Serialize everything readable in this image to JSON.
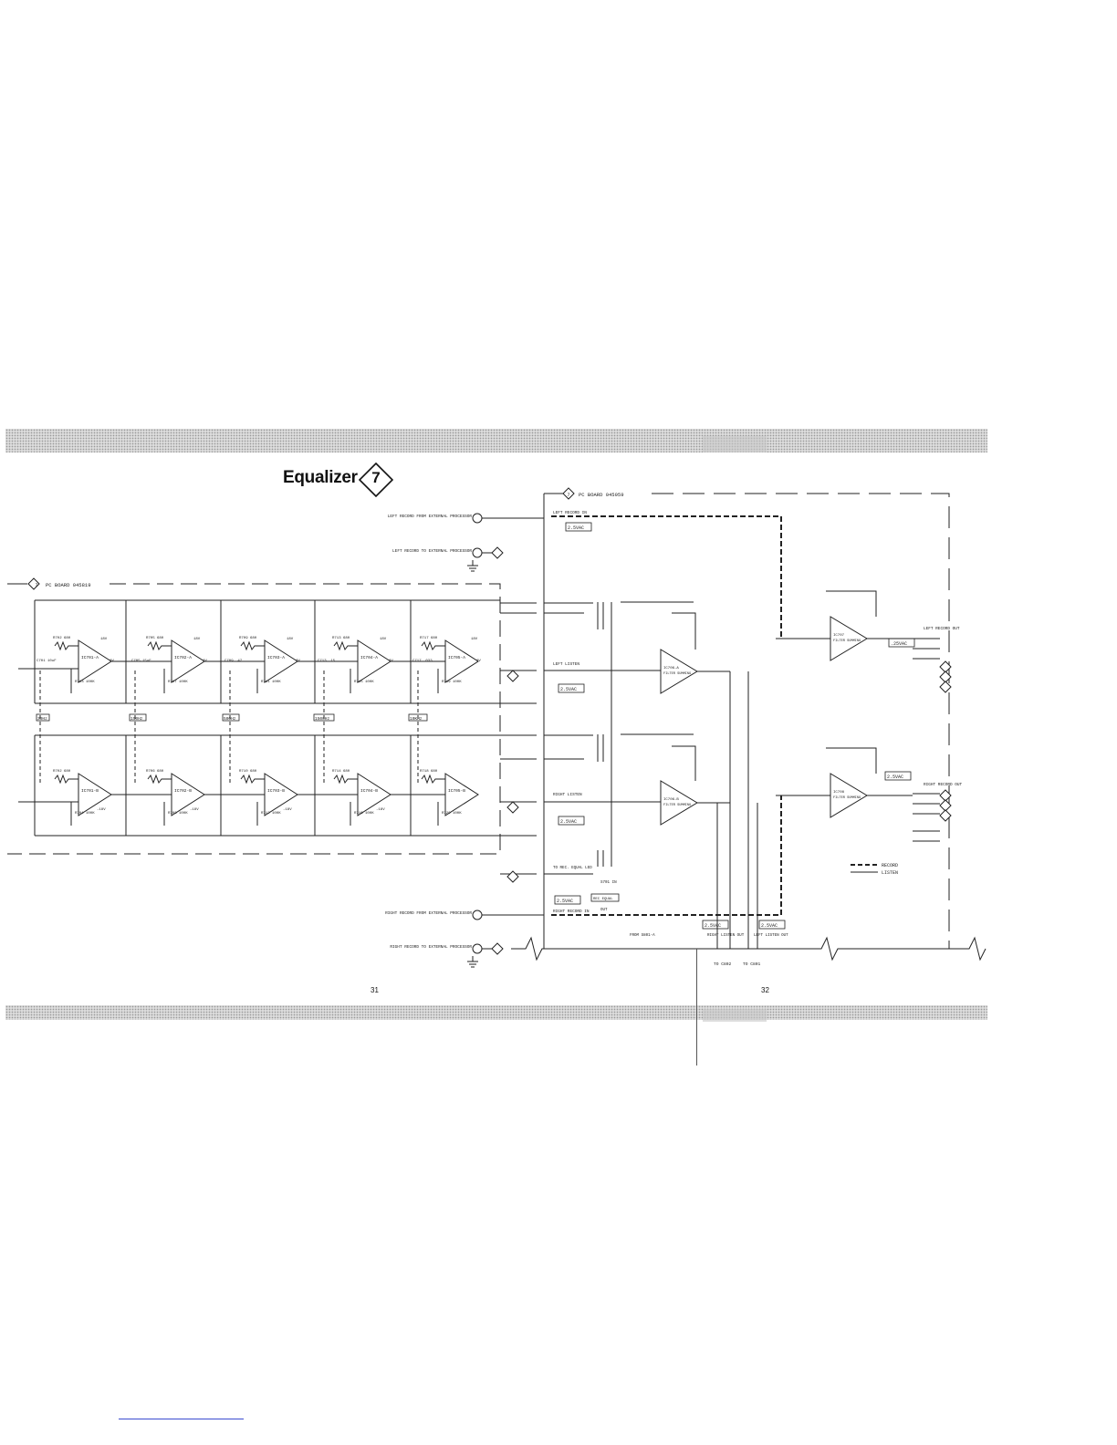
{
  "title": {
    "text": "Equalizer",
    "badge": "7"
  },
  "boards": {
    "board_a": "PC BOARD 045819",
    "board_b": "PC BOARD 045959",
    "badge": "7"
  },
  "filters": {
    "upper": [
      {
        "ic": "IC701-A",
        "band": "30Hz",
        "r_top": "R702 680",
        "r_ref": "R703 100K",
        "cap": "C701 10uF"
      },
      {
        "ic": "IC702-A",
        "band": "150Hz",
        "r_top": "R705 680",
        "r_ref": "R707 100K",
        "cap": "C705 15uF"
      },
      {
        "ic": "IC703-A",
        "band": "500Hz",
        "r_top": "R709 680",
        "r_ref": "R711 100K",
        "cap": "C709 .47"
      },
      {
        "ic": "IC704-A",
        "band": "1500Hz",
        "r_top": "R713 680",
        "r_ref": "R715 100K",
        "cap": "C713 .15"
      },
      {
        "ic": "IC705-A",
        "band": "10KHz",
        "r_top": "R717 680",
        "r_ref": "R719 100K",
        "cap": "C717 .033"
      }
    ],
    "lower": [
      {
        "ic": "IC701-B",
        "band": "30Hz",
        "r_top": "R702 680",
        "r_ref": "R704 100K"
      },
      {
        "ic": "IC702-B",
        "band": "150Hz",
        "r_top": "R706 680",
        "r_ref": "R708 100K"
      },
      {
        "ic": "IC703-B",
        "band": "500Hz",
        "r_top": "R710 680",
        "r_ref": "R712 100K"
      },
      {
        "ic": "IC704-B",
        "band": "1500Hz",
        "r_top": "R714 680",
        "r_ref": "R716 100K"
      },
      {
        "ic": "IC705-B",
        "band": "10KHz",
        "r_top": "R718 680",
        "r_ref": "R720 100K"
      }
    ],
    "band_labels": [
      "30Hz",
      "150Hz",
      "500Hz",
      "1500Hz",
      "10KHz"
    ]
  },
  "summing": {
    "upper_left": {
      "ic": "IC706-A",
      "label": "FILTER SUMMING"
    },
    "lower_left": {
      "ic": "IC706-B",
      "label": "FILTER SUMMING"
    },
    "upper_right": {
      "ic": "IC707",
      "label": "FILTER SUMMING"
    },
    "lower_right": {
      "ic": "IC708",
      "label": "FILTER SUMMING"
    }
  },
  "labels": {
    "left_record_from": "LEFT RECORD FROM EXTERNAL PROCESSOR",
    "left_record_to": "LEFT RECORD TO EXTERNAL PROCESSOR",
    "right_record_from": "RIGHT RECORD FROM EXTERNAL PROCESSOR",
    "right_record_to": "RIGHT RECORD TO EXTERNAL PROCESSOR",
    "left_record_in": "LEFT RECORD IN",
    "right_record_in": "RIGHT RECORD IN",
    "left_listen": "LEFT LISTEN",
    "right_listen": "RIGHT LISTEN",
    "left_record_out": "LEFT RECORD OUT",
    "right_record_out": "RIGHT RECORD OUT",
    "right_listen_out": "RIGHT LISTEN OUT",
    "left_listen_out": "LEFT LISTEN OUT",
    "to_rec_equal_led": "TO REC. EQUAL LED",
    "s701": "S701 IN",
    "rec_equal": "REC EQUAL",
    "out": "OUT",
    "from_s801": "FROM S801-A",
    "to_c802": "TO C802",
    "to_c801": "TO C801",
    "vac_25": "2.5VAC",
    "vac_25b": ".25VAC",
    "v18p": "18V",
    "v18n": "-18V",
    "gnd": "0V"
  },
  "legend": {
    "record": "RECORD",
    "listen": "LISTEN"
  },
  "pages": {
    "left": "31",
    "right": "32"
  }
}
